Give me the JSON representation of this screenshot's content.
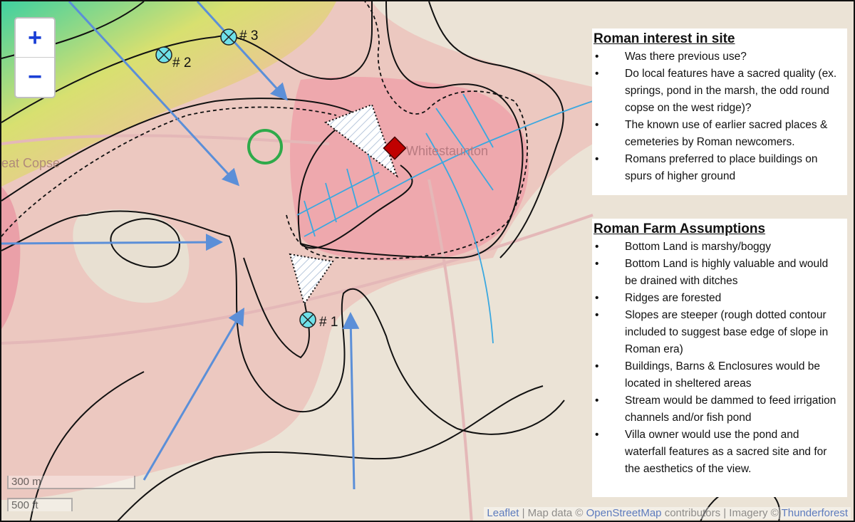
{
  "map": {
    "zoom_in": "+",
    "zoom_out": "−",
    "place_labels": {
      "village": "Whitestaunton",
      "copse": "eat Copse"
    },
    "markers": [
      {
        "label": "# 1",
        "icon": "crossed-circle-icon"
      },
      {
        "label": "# 2",
        "icon": "crossed-circle-icon"
      },
      {
        "label": "# 3",
        "icon": "crossed-circle-icon"
      }
    ],
    "scale": {
      "metric": "300 m",
      "imperial": "500 ft"
    },
    "attribution": {
      "leaflet": "Leaflet",
      "sep1": " | Map data © ",
      "osm": "OpenStreetMap",
      "contrib": " contributors | Imagery © ",
      "tf": "Thunderforest"
    },
    "colors": {
      "arrow": "#5b8fd8",
      "stream": "#3aa8e0",
      "building": "#c00000",
      "circle": "#2faa4a",
      "marker": "#6fe0e8"
    }
  },
  "panels": {
    "interest": {
      "title": "Roman interest in site",
      "items": [
        "Was there previous use?",
        "Do local features have a sacred quality (ex. springs, pond in the marsh, the odd round copse on the west ridge)?",
        "The known use of earlier sacred places & cemeteries  by Roman newcomers.",
        "Romans preferred to place buildings on spurs of higher ground"
      ]
    },
    "farm": {
      "title": "Roman Farm Assumptions",
      "items": [
        "Bottom Land is marshy/boggy",
        "Bottom Land is highly valuable and would be drained with ditches",
        "Ridges are forested",
        "Slopes are steeper (rough dotted contour included to suggest base edge of slope in Roman era)",
        "Buildings, Barns & Enclosures would be located in sheltered areas",
        "Stream would be dammed to feed irrigation channels and/or fish pond",
        "Villa owner would use the pond and waterfall features as a sacred site and for the aesthetics  of the view."
      ]
    }
  }
}
